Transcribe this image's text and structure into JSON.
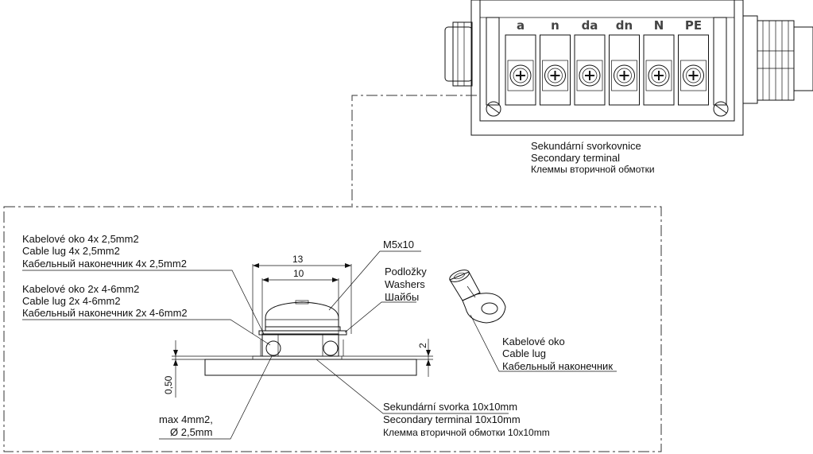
{
  "terminal_box": {
    "labels": [
      "a",
      "n",
      "da",
      "dn",
      "N",
      "PE"
    ],
    "caption": [
      "Sekundární svorkovnice",
      "Secondary terminal",
      "Клеммы вторичной обмотки"
    ]
  },
  "detail": {
    "cable_lug_small": [
      "Kabelové oko 4x 2,5mm2",
      "Cable lug 4x 2,5mm2",
      "Кабельный наконечник 4x 2,5mm2"
    ],
    "cable_lug_large": [
      "Kabelové oko 2x 4-6mm2",
      "Cable lug 2x 4-6mm2",
      "Кабельный наконечник 2x 4-6mm2"
    ],
    "screw": "M5x10",
    "washers": [
      "Podložky",
      "Washers",
      "Шайбы"
    ],
    "dim_13": "13",
    "dim_10": "10",
    "dim_2": "2",
    "dim_050": "0,50",
    "wire_note": [
      "max 4mm2,",
      "Ø  2,5mm"
    ],
    "secondary_terminal": [
      "Sekundární svorka 10x10mm",
      "Secondary terminal 10x10mm",
      "Клемма вторичной обмотки 10x10mm"
    ],
    "lug_illustration": [
      "Kabelové oko",
      "Cable lug",
      "Кабельный наконечник"
    ]
  }
}
